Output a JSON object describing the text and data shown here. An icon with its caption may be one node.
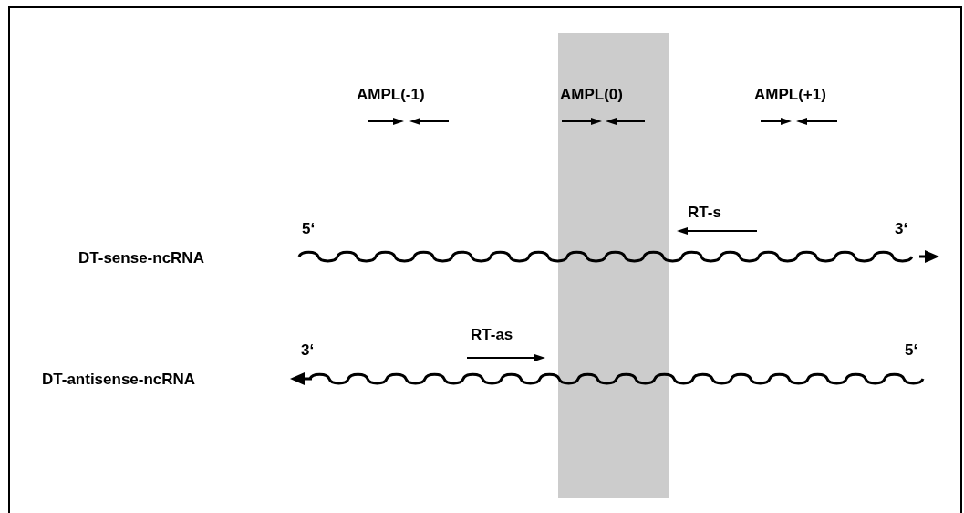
{
  "diagram": {
    "labels": [
      "AMPL(-1)",
      "AMPL(0)",
      "AMPL(+1)",
      "RT-s",
      "5‘",
      "3‘",
      "DT-sense-ncRNA",
      "RT-as",
      "3‘",
      "5‘",
      "DT-antisense-ncRNA"
    ]
  }
}
